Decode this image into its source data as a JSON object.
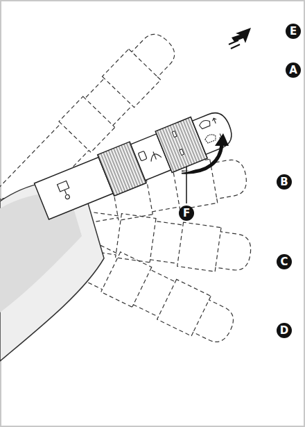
{
  "diagram": {
    "labels": [
      "E",
      "A",
      "B",
      "F",
      "C",
      "D"
    ]
  }
}
